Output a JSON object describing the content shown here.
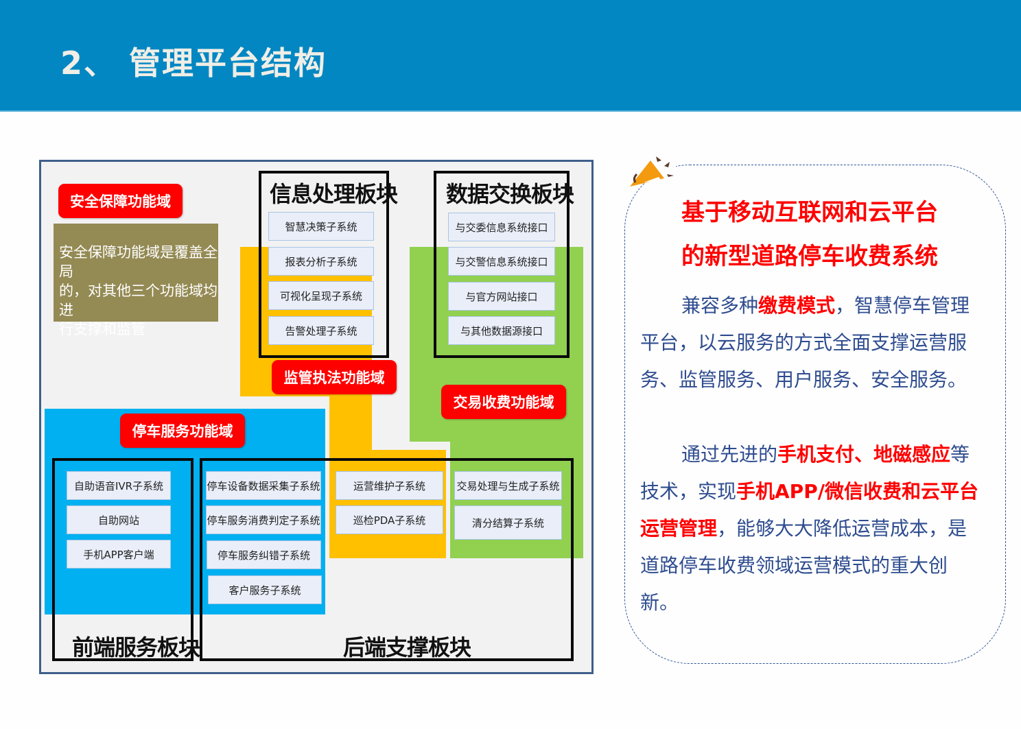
{
  "header": {
    "title": "2、 管理平台结构"
  },
  "diagram": {
    "domains": {
      "security": {
        "label": "安全保障功能域",
        "description": "安全保障功能域是覆盖全局的，对其他三个功能域均进行支撑和监管",
        "desc_lines": [
          "安全保障功能域是覆盖全局",
          "的，对其他三个功能域均进",
          "行支撑和监管"
        ]
      },
      "supervision": {
        "label": "监管执法功能域"
      },
      "transaction": {
        "label": "交易收费功能域"
      },
      "parking": {
        "label": "停车服务功能域"
      }
    },
    "blocks": {
      "info_processing": {
        "title": "信息处理板块",
        "items": [
          "智慧决策子系统",
          "报表分析子系统",
          "可视化呈现子系统",
          "告警处理子系统"
        ]
      },
      "data_exchange": {
        "title": "数据交换板块",
        "items": [
          "与交委信息系统接口",
          "与交警信息系统接口",
          "与官方网站接口",
          "与其他数据源接口"
        ]
      },
      "frontend": {
        "title": "前端服务板块",
        "items": [
          "自助语音IVR子系统",
          "自助网站",
          "手机APP客户端"
        ]
      },
      "backend": {
        "title": "后端支撑板块",
        "parking_items": [
          "停车设备数据采集子系统",
          "停车服务消费判定子系统",
          "停车服务纠错子系统",
          "客户服务子系统"
        ],
        "supervision_items": [
          "运营维护子系统",
          "巡检PDA子系统"
        ],
        "transaction_items": [
          "交易处理与生成子系统",
          "清分结算子系统"
        ]
      }
    },
    "colors": {
      "supervision_zone": "#ffc000",
      "transaction_zone": "#92d050",
      "parking_zone": "#00b0f0",
      "security_box": "#948a54",
      "domain_tag": "#ff0000",
      "subsystem_fill": "#e9eef8"
    }
  },
  "panel": {
    "icon": "megaphone-icon",
    "heading_lines": [
      "基于移动互联网和云平台",
      "的新型道路停车收费系统"
    ],
    "paragraph1": {
      "parts": [
        {
          "text": "兼容多种",
          "highlight": false
        },
        {
          "text": "缴费模式",
          "highlight": true
        },
        {
          "text": "，智慧停车管理平台，以云服务的方式全面支撑运营服务、监管服务、用户服务、安全服务。",
          "highlight": false
        }
      ]
    },
    "paragraph2": {
      "parts": [
        {
          "text": "通过先进的",
          "highlight": false
        },
        {
          "text": "手机支付、地磁感应",
          "highlight": true
        },
        {
          "text": "等技术，实现",
          "highlight": false
        },
        {
          "text": "手机APP/微信收费和云平台运营管理",
          "highlight": true
        },
        {
          "text": "，能够大大降低运营成本，是道路停车收费领域运营模式的重大创新。",
          "highlight": false
        }
      ]
    }
  }
}
